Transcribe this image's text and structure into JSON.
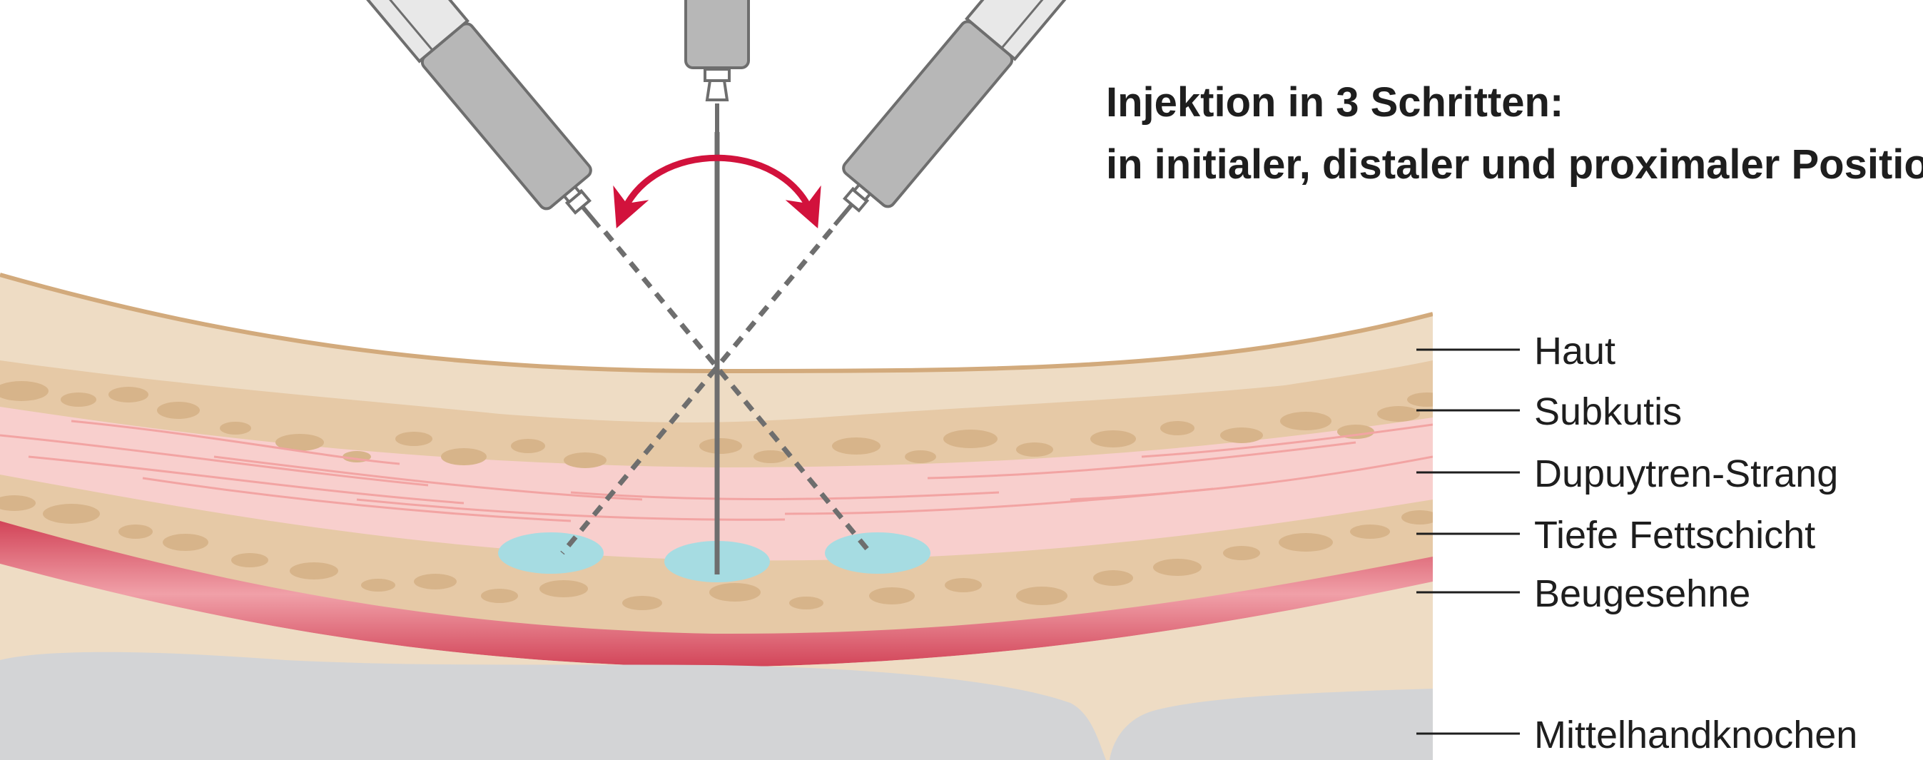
{
  "title": {
    "line1": "Injektion in 3 Schritten:",
    "line2": "in initialer, distaler und proximaler Position"
  },
  "labels": {
    "haut": "Haut",
    "subkutis": "Subkutis",
    "strang": "Dupuytren-Strang",
    "fett": "Tiefe Fettschicht",
    "sehne": "Beugesehne",
    "knochen": "Mittelhandknochen"
  },
  "colors": {
    "skin": "#eedcc4",
    "skin_outline": "#d2aa7c",
    "fat": "#e6c9a6",
    "fat_blob": "#d7b48a",
    "cord": "#f8cfcd",
    "cord_fiber": "#f2a4a3",
    "tendon": "#e06a76",
    "bone": "#d3d4d6",
    "injection": "#a6dce2",
    "arrow": "#d2123c",
    "syringe": "#b7b7b7",
    "needle": "#6e6e6e"
  },
  "icons": {
    "syringes": "syringe-icon",
    "arrow": "double-arrow-icon"
  }
}
